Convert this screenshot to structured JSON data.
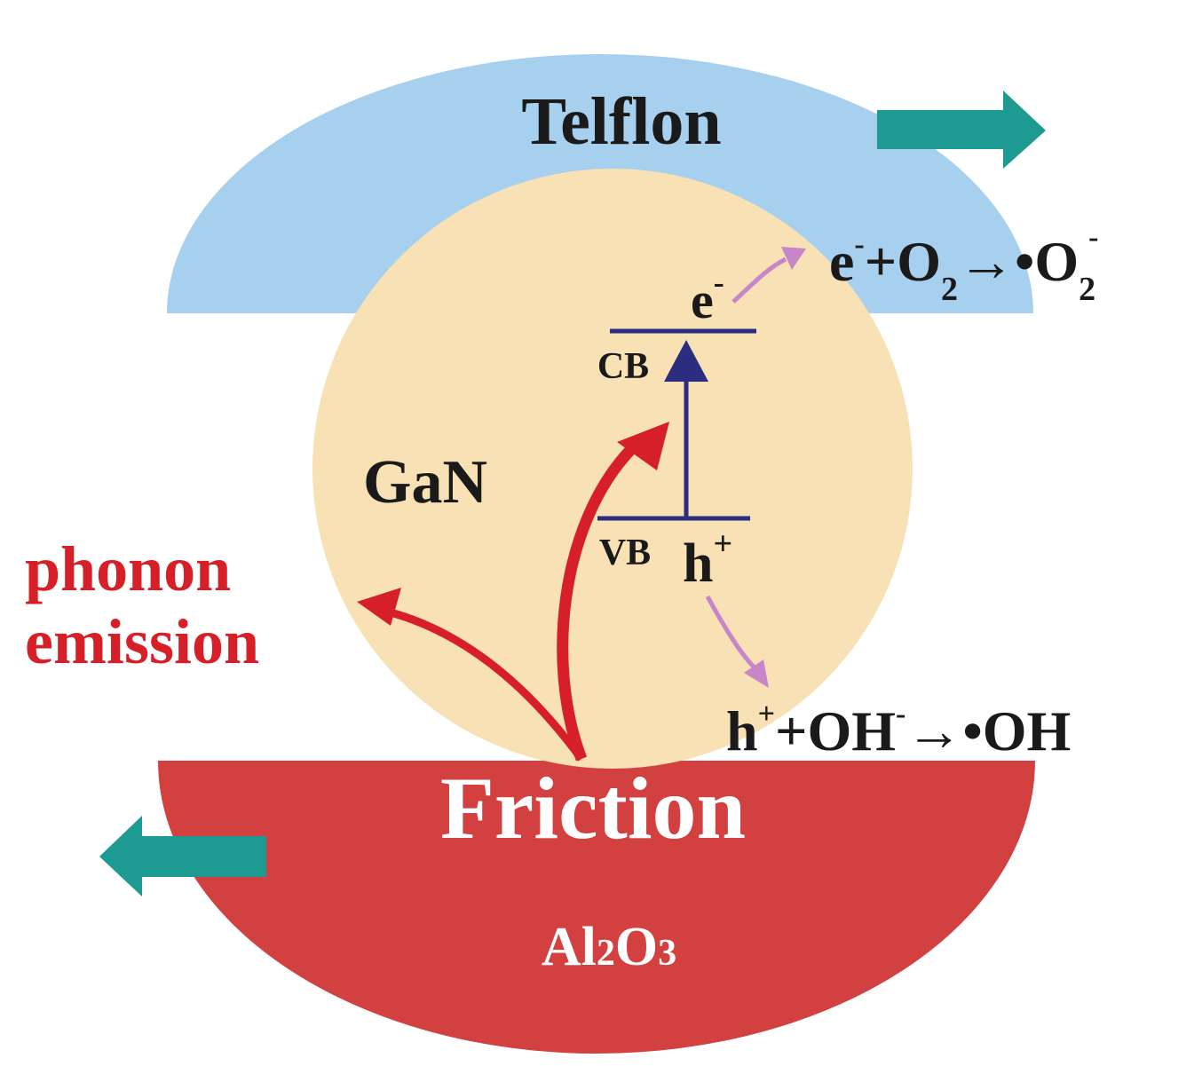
{
  "labels": {
    "telflon": "Telflon",
    "gan": "GaN",
    "friction": "Friction",
    "al": "Al",
    "al_sub": "2",
    "o": "O",
    "o_sub": "3",
    "phonon": "phonon",
    "emission": "emission",
    "cb": "CB",
    "vb": "VB",
    "electron": "e",
    "electron_sup": "-",
    "hole": "h",
    "hole_sup": "+"
  },
  "reactions": {
    "oxygen": {
      "e": "e",
      "e_sup": "-",
      "plus_o": "+O",
      "sub1": "2",
      "arrow_o": "→•O",
      "sub2": "2",
      "sup2": "-"
    },
    "hydroxyl": {
      "h": "h",
      "h_sup": "+",
      "plus_oh": "+OH",
      "oh_sup": "-",
      "arrow_oh": "→•OH"
    }
  },
  "colors": {
    "telflon_fill": "#a7cfee",
    "gan_fill": "#f8e1b4",
    "al2o3_fill": "#d2403f",
    "teal_arrow": "#1d9a91",
    "band_line": "#2a2d80",
    "red_arrow": "#d61f26",
    "purple_arrow": "#c786c8",
    "text_dark": "#1a1a1a",
    "text_red": "#d61f26",
    "text_white": "#ffffff"
  }
}
